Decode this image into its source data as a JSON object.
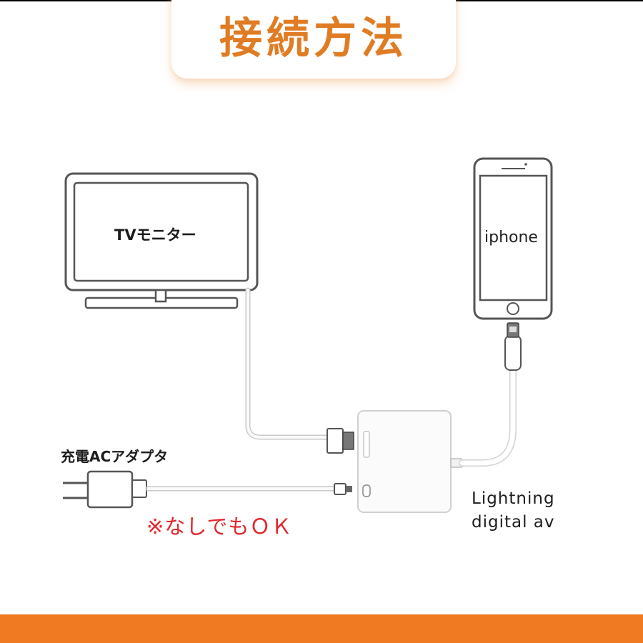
{
  "title": "接続方法",
  "labels": {
    "tv": "TVモニター",
    "phone": "iphone",
    "ac_adapter": "充電ACアダプタ",
    "note": "※なしでもＯＫ",
    "lightning_line1": "Lightning",
    "lightning_line2": "digital av"
  },
  "colors": {
    "title": "#e07c24",
    "note": "#e3262a",
    "bottom_band": "#f07a22"
  }
}
